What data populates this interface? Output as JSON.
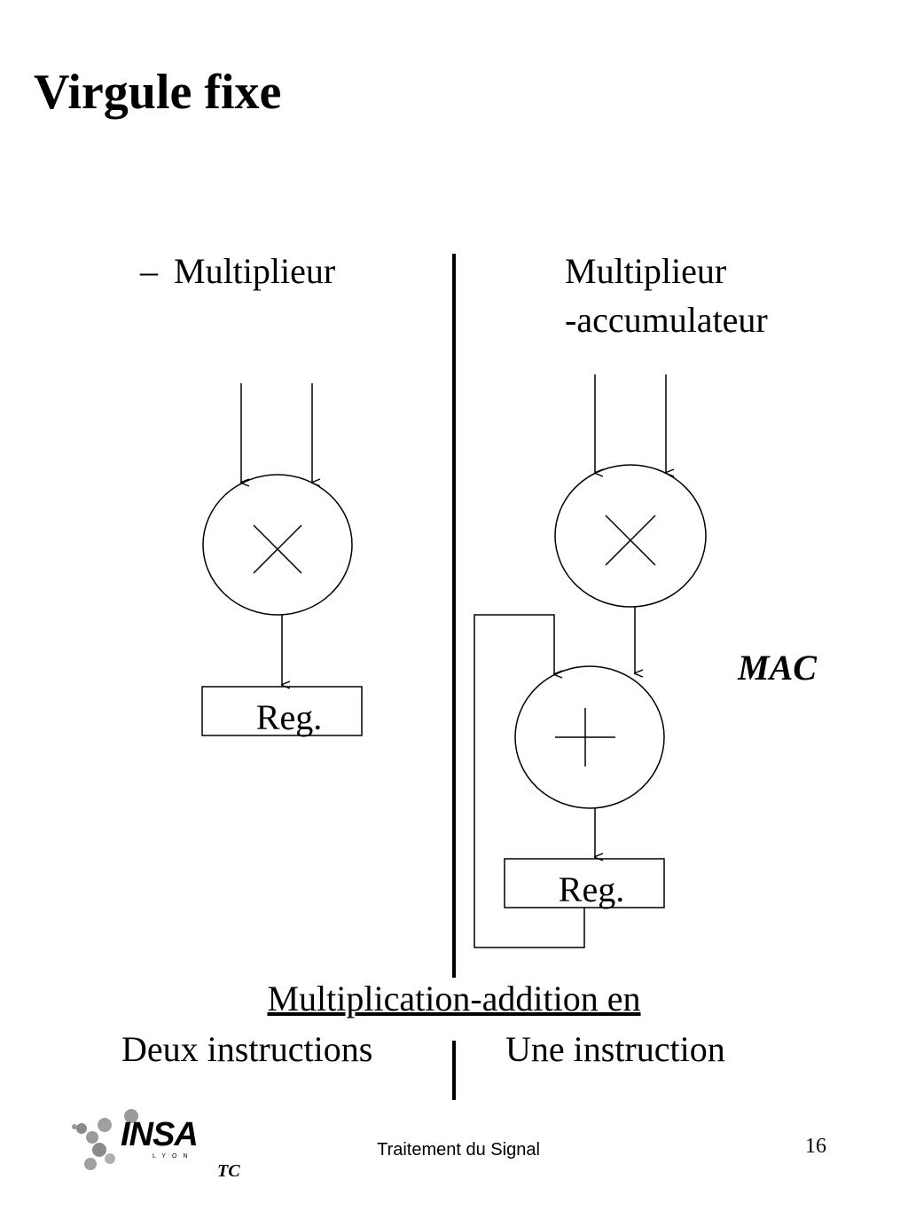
{
  "title": "Virgule fixe",
  "left": {
    "dash": "–",
    "heading": "Multiplieur",
    "register": "Reg.",
    "footer": "Deux instructions"
  },
  "right": {
    "heading_line1": "Multiplieur",
    "heading_line2": "-accumulateur",
    "register": "Reg.",
    "footer": "Une instruction",
    "tag": "MAC"
  },
  "caption": "Multiplication-addition en",
  "footer": {
    "logo_text": "INSA",
    "logo_sub": "LYON",
    "department": "TC",
    "course": "Traitement du Signal",
    "page_number": "16"
  },
  "icons": {
    "multiply": "multiply-symbol-icon",
    "add": "plus-symbol-icon",
    "logo": "insa-logo-icon"
  }
}
